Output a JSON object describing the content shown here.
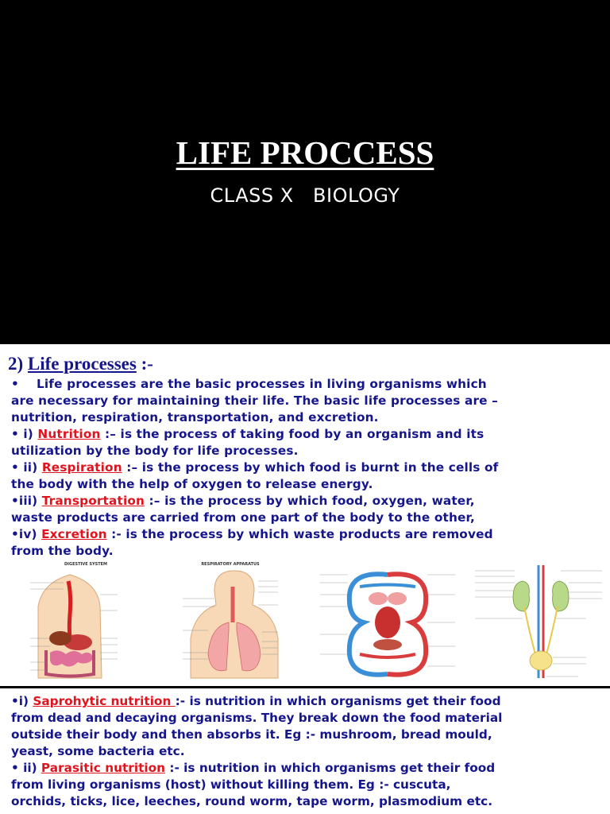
{
  "title_slide": {
    "title": "LIFE PROCCESS",
    "subtitle": "CLASS X   BIOLOGY"
  },
  "slide2": {
    "heading_number": "2) ",
    "heading_text": "Life processes",
    "heading_suffix": " :-",
    "intro_bullet": "•",
    "intro_line1": "Life processes are the basic processes in living organisms which",
    "intro_line2": "are necessary for maintaining their life. The basic life processes are –",
    "intro_line3": "nutrition, respiration, transportation, and excretion.",
    "items": [
      {
        "prefix": "• i) ",
        "term": "Nutrition",
        "line1": " :– is the process of taking food by an organism and its",
        "line2": "utilization by the body for life processes."
      },
      {
        "prefix": "• ii) ",
        "term": "Respiration",
        "line1": " :– is the process by which food is burnt in the cells of",
        "line2": "the body with the help of oxygen to release energy."
      },
      {
        "prefix": "•iii) ",
        "term": "Transportation",
        "line1": " :– is the process by which food, oxygen, water,",
        "line2": "waste products are carried from one part of the body to the other,"
      },
      {
        "prefix": "•iv) ",
        "term": "Excretion",
        "line1": " :- is the process by which waste products are removed",
        "line2": "from the body."
      }
    ],
    "diagrams": [
      {
        "title": "DIGESTIVE SYSTEM",
        "icon": "digestive-system-illustration"
      },
      {
        "title": "RESPIRATORY APPARATUS",
        "icon": "respiratory-system-illustration"
      },
      {
        "title": "",
        "icon": "circulatory-system-illustration"
      },
      {
        "title": "",
        "icon": "excretory-system-illustration"
      }
    ]
  },
  "slide3": {
    "items": [
      {
        "prefix": "•i) ",
        "term": "Saprohytic nutrition ",
        "line1": ":- is nutrition in which organisms get their food",
        "line2": "from dead and decaying organisms. They break down the food material",
        "line3": "outside their body and then absorbs it. Eg :- mushroom, bread mould,",
        "line4": "yeast, some bacteria etc."
      },
      {
        "prefix": "• ii) ",
        "term": "Parasitic nutrition",
        "line1": " :- is nutrition in which organisms get their food",
        "line2": "from living organisms (host) without killing them. Eg :- cuscuta,",
        "line3": "orchids, ticks, lice, leeches, round worm, tape worm, plasmodium etc."
      }
    ]
  },
  "colors": {
    "title_bg": "#000000",
    "text_blue": "#16168c",
    "term_red": "#e0141e"
  }
}
